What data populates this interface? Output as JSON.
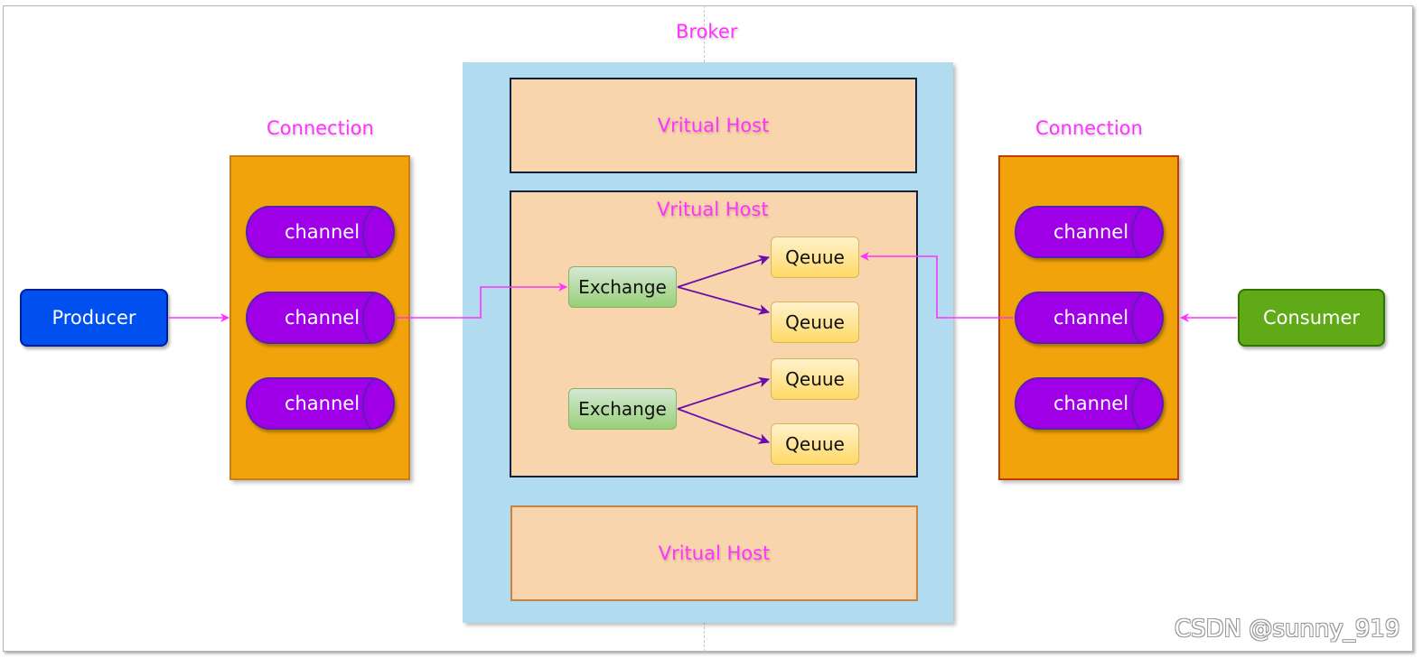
{
  "broker": {
    "label": "Broker"
  },
  "vhosts": [
    {
      "label": "Vritual Host"
    },
    {
      "label": "Vritual Host"
    },
    {
      "label": "Vritual Host"
    }
  ],
  "left_connection": {
    "label": "Connection",
    "channels": [
      "channel",
      "channel",
      "channel"
    ]
  },
  "right_connection": {
    "label": "Connection",
    "channels": [
      "channel",
      "channel",
      "channel"
    ]
  },
  "producer": {
    "label": "Producer"
  },
  "consumer": {
    "label": "Consumer"
  },
  "exchanges": [
    {
      "label": "Exchange"
    },
    {
      "label": "Exchange"
    }
  ],
  "queues": [
    "Qeuue",
    "Qeuue",
    "Qeuue",
    "Qeuue"
  ],
  "colors": {
    "label_text": "#ff33ff",
    "arrow_pink": "#ff33ff",
    "arrow_purple": "#6a0dad",
    "broker": "#b1dcf0",
    "vhost": "#f9d5ad",
    "connection": "#f0a30a",
    "channel": "#a000e8",
    "producer": "#0050ef",
    "consumer": "#60a917"
  },
  "watermark": "CSDN @sunny_919"
}
